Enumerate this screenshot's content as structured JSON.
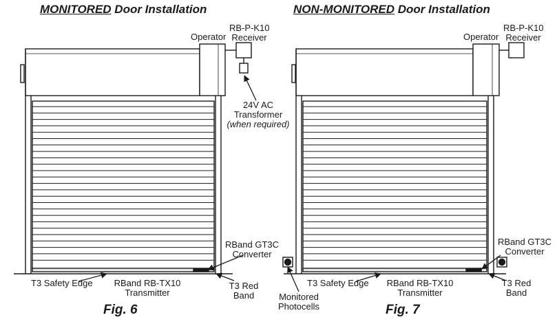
{
  "fig6": {
    "title_underlined": "MONITORED",
    "title_rest": " Door Installation",
    "operator": "Operator",
    "receiver_line1": "RB-P-K10",
    "receiver_line2": "Receiver",
    "transformer_line1": "24V AC",
    "transformer_line2": "Transformer",
    "transformer_line3": "(when required)",
    "converter_line1": "RBand GT3C",
    "converter_line2": "Converter",
    "safety_edge": "T3 Safety Edge",
    "transmitter_line1": "RBand RB-TX10",
    "transmitter_line2": "Transmitter",
    "red_band_line1": "T3 Red",
    "red_band_line2": "Band",
    "caption": "Fig. 6"
  },
  "fig7": {
    "title_underlined": "NON-MONITORED",
    "title_rest": " Door Installation",
    "operator": "Operator",
    "receiver_line1": "RB-P-K10",
    "receiver_line2": "Receiver",
    "converter_line1": "RBand GT3C",
    "converter_line2": "Converter",
    "safety_edge": "T3 Safety Edge",
    "transmitter_line1": "RBand RB-TX10",
    "transmitter_line2": "Transmitter",
    "red_band_line1": "T3 Red",
    "red_band_line2": "Band",
    "photocells_line1": "Monitored",
    "photocells_line2": "Photocells",
    "caption": "Fig. 7"
  }
}
